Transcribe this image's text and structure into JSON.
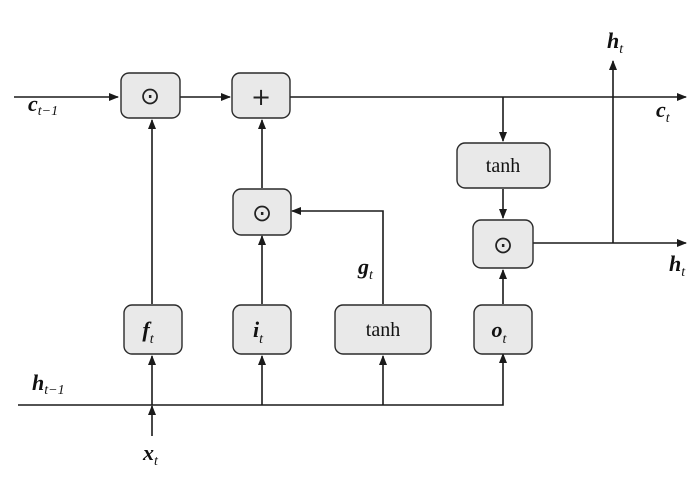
{
  "diagram": {
    "ops": {
      "forget_mul": "⊙",
      "add": "+",
      "input_mul": "⊙",
      "output_mul": "⊙"
    },
    "boxes": {
      "tanh_cell": "tanh",
      "tanh_candidate": "tanh",
      "forget_gate": {
        "main": "f",
        "sub": "t"
      },
      "input_gate": {
        "main": "i",
        "sub": "t"
      },
      "output_gate": {
        "main": "o",
        "sub": "t"
      }
    },
    "labels": {
      "c_prev": {
        "main": "c",
        "sub": "t−1"
      },
      "c_next": {
        "main": "c",
        "sub": "t"
      },
      "h_top": {
        "main": "h",
        "sub": "t"
      },
      "h_right": {
        "main": "h",
        "sub": "t"
      },
      "h_prev": {
        "main": "h",
        "sub": "t−1"
      },
      "x_in": {
        "main": "x",
        "sub": "t"
      },
      "g_label": {
        "main": "g",
        "sub": "t"
      }
    }
  }
}
